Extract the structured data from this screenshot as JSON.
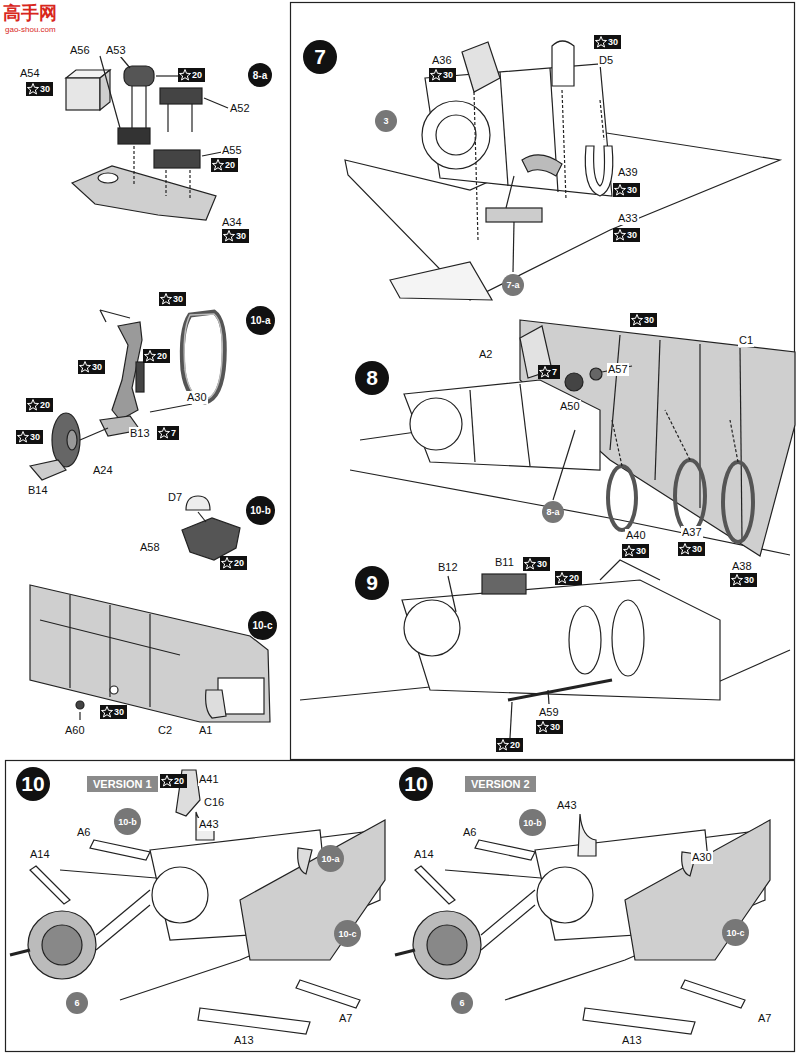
{
  "diagram": {
    "nodes": [
      {
        "text": [
          "8-a"
        ]
      },
      {
        "text": [
          "30"
        ]
      },
      {
        "text": [
          "20"
        ]
      },
      {
        "text": [
          "20"
        ]
      },
      {
        "text": [
          "30"
        ]
      },
      {
        "text": [
          "10-a"
        ]
      },
      {
        "text": [
          "30"
        ]
      },
      {
        "text": [
          "20"
        ]
      },
      {
        "text": [
          "30"
        ]
      },
      {
        "text": [
          "20"
        ]
      },
      {
        "text": [
          "30"
        ]
      },
      {
        "text": [
          "7"
        ]
      },
      {
        "text": [
          "10-b"
        ]
      },
      {
        "text": [
          "20"
        ]
      },
      {
        "text": [
          "10-c"
        ]
      },
      {
        "text": [
          "30"
        ]
      },
      {
        "text": [
          "7"
        ]
      },
      {
        "text": [
          "30"
        ]
      },
      {
        "text": [
          "30"
        ]
      },
      {
        "text": [
          "3"
        ]
      },
      {
        "text": [
          "30"
        ]
      },
      {
        "text": [
          "30"
        ]
      },
      {
        "text": [
          "7-a"
        ]
      },
      {
        "text": [
          "8"
        ]
      },
      {
        "text": [
          "30"
        ]
      },
      {
        "text": [
          "7"
        ]
      },
      {
        "text": [
          "8-a"
        ]
      },
      {
        "text": [
          "30"
        ]
      },
      {
        "text": [
          "30"
        ]
      },
      {
        "text": [
          "30"
        ]
      },
      {
        "text": [
          "9"
        ]
      },
      {
        "text": [
          "30"
        ]
      },
      {
        "text": [
          "20"
        ]
      },
      {
        "text": [
          "30"
        ]
      },
      {
        "text": [
          "20"
        ]
      },
      {
        "text": [
          "10"
        ]
      },
      {
        "text": [
          "VERSION 1"
        ]
      },
      {
        "text": [
          "20"
        ]
      },
      {
        "text": [
          "10-b"
        ]
      },
      {
        "text": [
          "10-a"
        ]
      },
      {
        "text": [
          "10-c"
        ]
      },
      {
        "text": [
          "6"
        ]
      },
      {
        "text": [
          "10"
        ]
      },
      {
        "text": [
          "VERSION 2"
        ]
      },
      {
        "text": [
          "10-b"
        ]
      },
      {
        "text": [
          "10-c"
        ]
      },
      {
        "text": [
          "6"
        ]
      }
    ],
    "labels": [
      "高手网",
      "gao-shou.com",
      "A56",
      "A53",
      "A54",
      "A52",
      "A55",
      "A34",
      "A30",
      "B13",
      "A24",
      "B14",
      "D7",
      "A58",
      "A60",
      "C2",
      "A1",
      "A36",
      "D5",
      "A39",
      "A33",
      "C1",
      "A2",
      "A57",
      "A50",
      "A40",
      "A37",
      "A38",
      "B12",
      "B11",
      "A59",
      "A41",
      "C16",
      "A43",
      "A6",
      "A14",
      "A13",
      "A7",
      "A43",
      "A6",
      "A30",
      "A14",
      "A13",
      "A7"
    ]
  }
}
